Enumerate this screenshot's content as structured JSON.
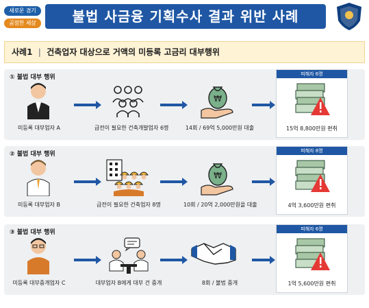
{
  "brand": {
    "tag1": "새로운 경기",
    "tag2": "공정한 세상"
  },
  "title": "불법 사금융 기획수사 결과 위반 사례",
  "case": {
    "label": "사례1",
    "title": "건축업자 대상으로 거액의 미등록 고금리 대부행위"
  },
  "sections": [
    {
      "header": "① 불법 대부 행위",
      "actor": "미등록 대부업자 A",
      "target": "급전이 필요한 건축개발업자 6명",
      "loan": "14회 / 69억 5,000만원 대출",
      "victims": "피해자 6명",
      "profit": "15억 8,800만원 편취"
    },
    {
      "header": "② 불법 대부 행위",
      "actor": "미등록 대부업자 B",
      "target": "급전이 필요한 건축업자 8명",
      "loan": "10회 / 20억 2,000만원을 대출",
      "victims": "피해자 8명",
      "profit": "4억 3,600만원 편취"
    },
    {
      "header": "③ 불법 대부 행위",
      "actor": "미등록 대부중개업자 C",
      "target": "대부업자 B에게 대부 건 중개",
      "loan": "8회 / 불법 중개",
      "victims": "피해자 6명",
      "profit": "1억 5,600만원 편취"
    }
  ],
  "colors": {
    "primary": "#1f57a4",
    "highlight": "#fff3d6",
    "panel": "#eef0f2"
  }
}
